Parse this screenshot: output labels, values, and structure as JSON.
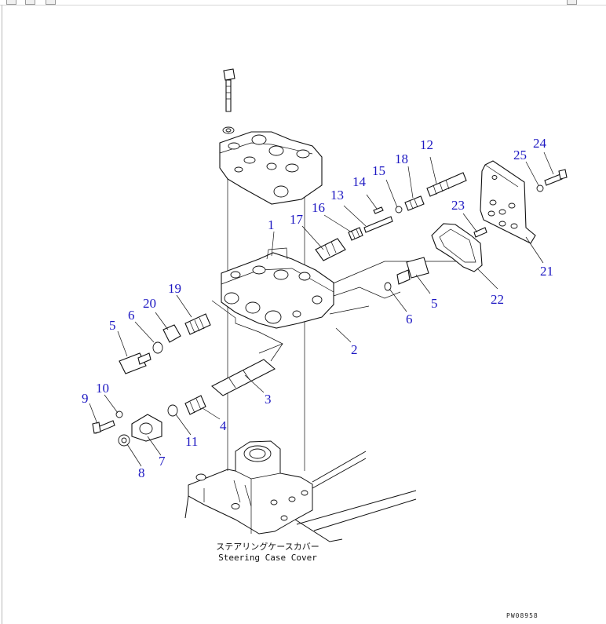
{
  "caption": {
    "japanese": "ステアリングケースカバー",
    "english": "Steering Case Cover"
  },
  "drawing_code": "PW08958",
  "callouts": [
    "1",
    "2",
    "3",
    "4",
    "5",
    "5",
    "6",
    "6",
    "7",
    "8",
    "9",
    "10",
    "11",
    "12",
    "13",
    "14",
    "15",
    "16",
    "17",
    "18",
    "19",
    "20",
    "21",
    "22",
    "23",
    "24",
    "25"
  ],
  "colors": {
    "callout": "#1c17c2",
    "linework": "#111111",
    "background": "#ffffff"
  },
  "toolbar_icons": [
    "back-icon",
    "view-icon",
    "zoom-icon",
    "search-icon"
  ]
}
